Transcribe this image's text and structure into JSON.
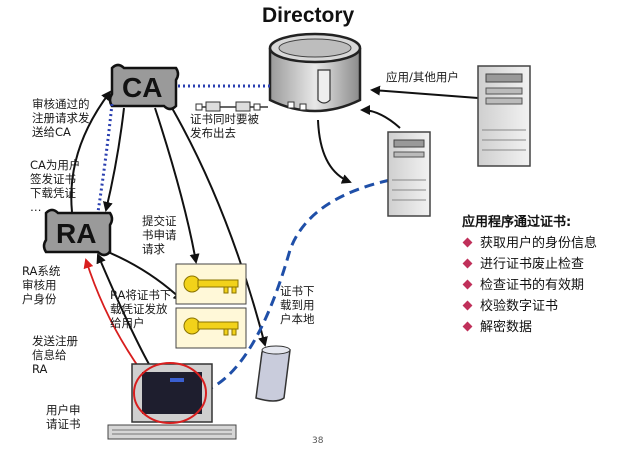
{
  "title": "Directory",
  "nodes": {
    "ca": "CA",
    "ra": "RA"
  },
  "labels": {
    "ca_to_ra_request": "审核通过的\n注册请求发\n送给CA",
    "ca_issue": "CA为用户\n签发证书\n下载凭证\n…",
    "cert_publish": "证书同时要被\n发布出去",
    "app_user": "应用/其他用户",
    "ra_verify": "RA系统\n审核用\n户身份",
    "submit_request": "提交证\n书申请\n请求",
    "ra_send_credential": "RA将证书下\n载凭证发放\n给用户",
    "cert_download": "证书下\n载到用\n户本地",
    "send_register": "发送注册\n信息给\nRA",
    "user_apply": "用户申\n请证书"
  },
  "panel": {
    "title": "应用程序通过证书:",
    "items": [
      "获取用户的身份信息",
      "进行证书废止检查",
      "检查证书的有效期",
      "校验数字证书",
      "解密数据"
    ]
  },
  "page_number": "38",
  "colors": {
    "blue_dotted": "#2a3fb0",
    "blue_dashed": "#1f4fa8",
    "red": "#d81e1e",
    "key_yellow": "#f2d21a",
    "bullet": "#c0305a"
  }
}
